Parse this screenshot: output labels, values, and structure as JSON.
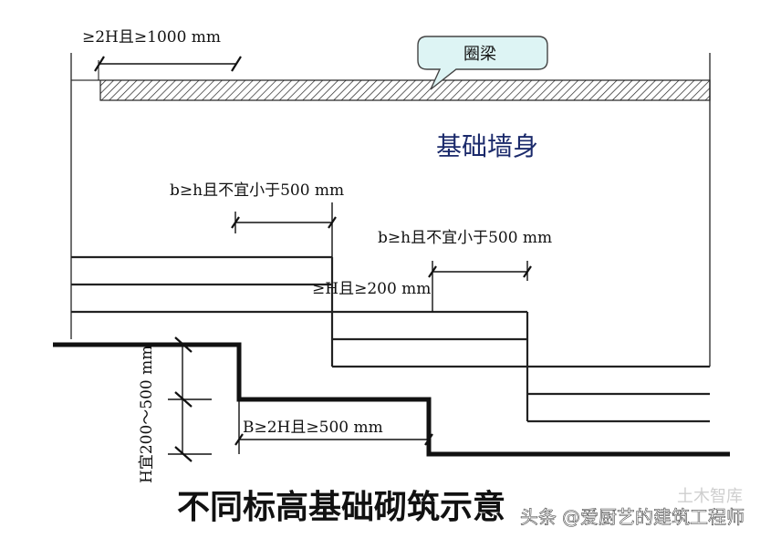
{
  "dimensions": {
    "top": "≥2H且≥1000 mm",
    "b1": "b≥h且不宜小于500 mm",
    "b2": "b≥h且不宜小于500 mm",
    "h_gap": "≥H且≥200 mm",
    "vertical": "H宜200～500 mm",
    "bottom": "B≥2H且≥500 mm"
  },
  "labels": {
    "ring_beam": "圈梁",
    "wall_body": "基础墙身",
    "title": "不同标高基础砌筑示意"
  },
  "watermark": {
    "left": "头条",
    "main": "@爱厨艺的建筑工程师",
    "corner": "土木智库"
  },
  "colors": {
    "wall_title": "#1b2a6b",
    "callout_fill": "#ddf4f4",
    "callout_stroke": "#444444"
  }
}
